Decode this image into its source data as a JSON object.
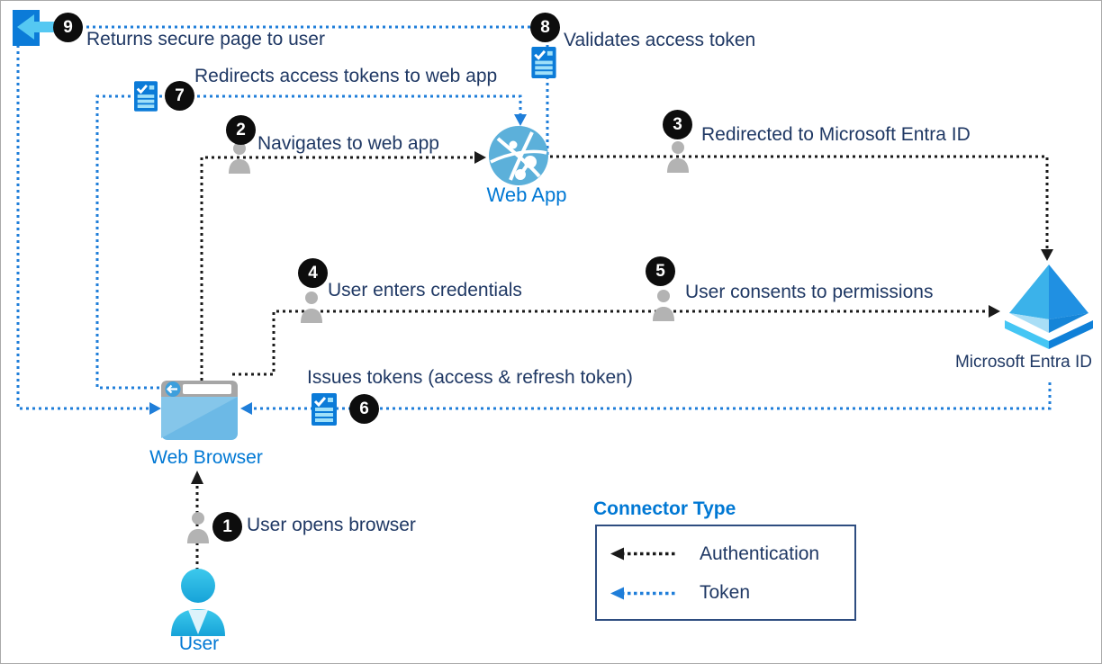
{
  "nodes": {
    "user": {
      "label": "User"
    },
    "web_browser": {
      "label": "Web Browser"
    },
    "web_app": {
      "label": "Web App"
    },
    "entra_id": {
      "label": "Microsoft Entra ID"
    }
  },
  "steps": [
    {
      "num": "1",
      "label": "User opens browser"
    },
    {
      "num": "2",
      "label": "Navigates to web app"
    },
    {
      "num": "3",
      "label": "Redirected to Microsoft Entra ID"
    },
    {
      "num": "4",
      "label": "User enters credentials"
    },
    {
      "num": "5",
      "label": "User consents to permissions"
    },
    {
      "num": "6",
      "label": "Issues tokens (access & refresh token)"
    },
    {
      "num": "7",
      "label": "Redirects access tokens to web app"
    },
    {
      "num": "8",
      "label": "Validates access token"
    },
    {
      "num": "9",
      "label": "Returns secure page to user"
    }
  ],
  "legend": {
    "title": "Connector Type",
    "items": [
      {
        "label": "Authentication",
        "color": "#1a1a1a"
      },
      {
        "label": "Token",
        "color": "#1f7ed9"
      }
    ]
  },
  "colors": {
    "authentication_line": "#1a1a1a",
    "token_line": "#1f7ed9",
    "step_text": "#1f3864",
    "node_label_blue": "#0078d4",
    "legend_border": "#2e4d80",
    "token_icon_blue": "#0b7bd8"
  },
  "icons": {
    "return_page": "return-page-icon",
    "token": "token-document-icon",
    "person": "person-icon",
    "web_app": "globe-icon",
    "web_browser": "browser-icon",
    "user": "user-icon",
    "entra_id": "entra-pyramid-icon"
  }
}
